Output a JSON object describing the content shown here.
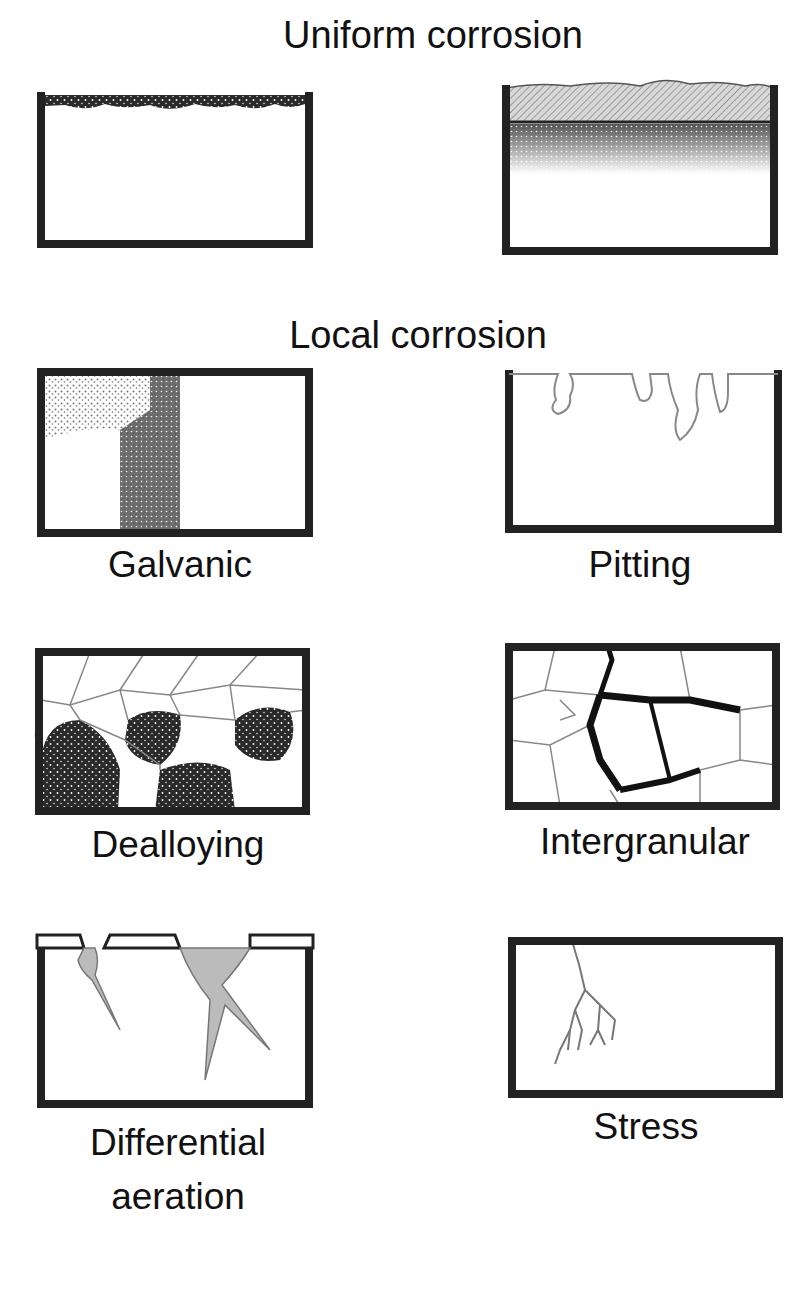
{
  "diagram": {
    "labels": [
      "Uniform corrosion",
      "Local corrosion",
      "Galvanic",
      "Pitting",
      "Dealloying",
      "Intergranular",
      "Differential aeration",
      "Stress"
    ]
  }
}
